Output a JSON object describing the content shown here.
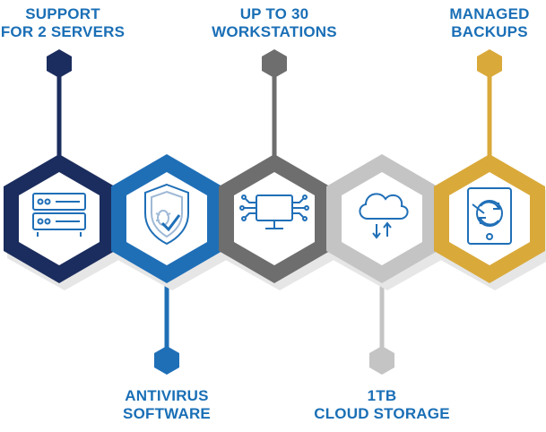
{
  "items": [
    {
      "id": "servers",
      "line1": "SUPPORT",
      "line2": "FOR 2 SERVERS",
      "icon": "server-icon",
      "color": "#1b2d5e",
      "position": "top"
    },
    {
      "id": "antivirus",
      "line1": "ANTIVIRUS",
      "line2": "SOFTWARE",
      "icon": "shield-bug-icon",
      "color": "#1f6fb7",
      "position": "bottom"
    },
    {
      "id": "workstations",
      "line1": "UP TO 30",
      "line2": "WORKSTATIONS",
      "icon": "computer-circuit-icon",
      "color": "#6e6e6e",
      "position": "top"
    },
    {
      "id": "storage",
      "line1": "1TB",
      "line2": "CLOUD STORAGE",
      "icon": "cloud-transfer-icon",
      "color": "#c4c4c4",
      "position": "bottom"
    },
    {
      "id": "backups",
      "line1": "MANAGED",
      "line2": "BACKUPS",
      "icon": "hard-drive-sync-icon",
      "color": "#d9a93a",
      "position": "top"
    }
  ],
  "colors": {
    "label": "#1a6fb6",
    "icon": "#1f6fb7",
    "shadow": "#e6e6e6"
  }
}
